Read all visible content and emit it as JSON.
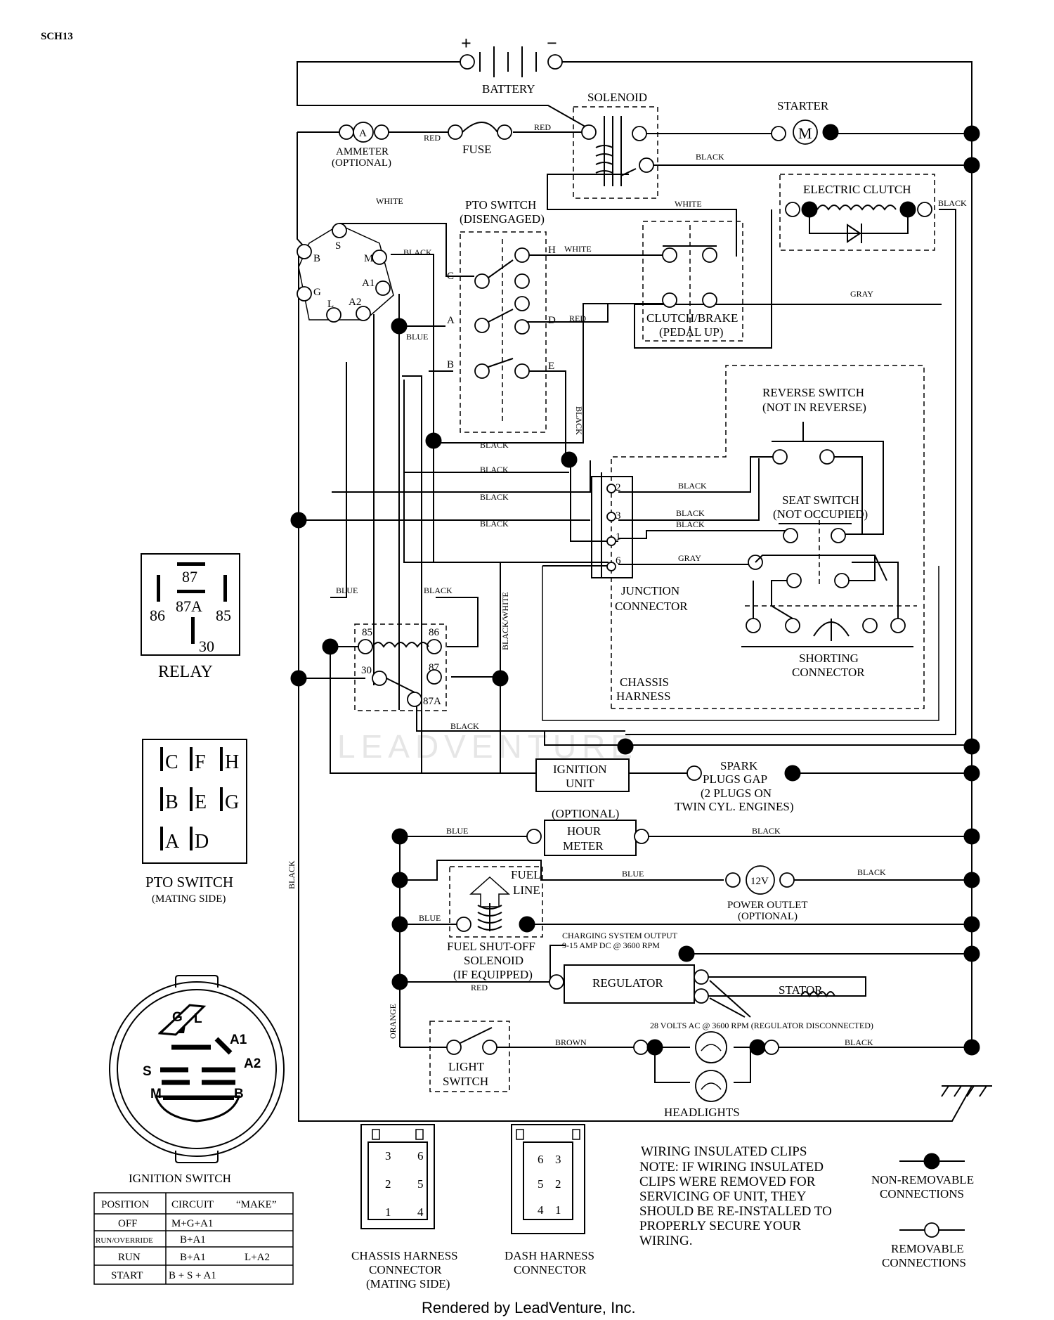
{
  "header": {
    "code": "SCH13"
  },
  "battery": {
    "label": "BATTERY",
    "plus": "+",
    "minus": "−"
  },
  "solenoid": {
    "label": "SOLENOID"
  },
  "starter": {
    "label": "STARTER",
    "symbol": "M"
  },
  "ammeter": {
    "label": "AMMETER",
    "note": "(OPTIONAL)",
    "symbol": "A"
  },
  "fuse": {
    "label": "FUSE"
  },
  "electric_clutch": {
    "label": "ELECTRIC CLUTCH"
  },
  "pto_switch_top": {
    "label": "PTO SWITCH",
    "state": "(DISENGAGED)",
    "terminals": [
      "C",
      "A",
      "B",
      "H",
      "D",
      "E"
    ]
  },
  "clutch_brake": {
    "label1": "CLUTCH/BRAKE",
    "label2": "(PEDAL UP)"
  },
  "ignition_terminals": [
    "B",
    "S",
    "M",
    "A1",
    "G",
    "L",
    "A2"
  ],
  "reverse_switch": {
    "label1": "REVERSE SWITCH",
    "label2": "(NOT IN REVERSE)"
  },
  "seat_switch": {
    "label1": "SEAT SWITCH",
    "label2": "(NOT OCCUPIED)"
  },
  "junction": {
    "label1": "JUNCTION",
    "label2": "CONNECTOR",
    "pins": [
      "2",
      "3",
      "1",
      "6"
    ]
  },
  "chassis_harness": {
    "label1": "CHASSIS",
    "label2": "HARNESS"
  },
  "shorting_connector": {
    "label1": "SHORTING",
    "label2": "CONNECTOR"
  },
  "relay": {
    "label": "RELAY",
    "pins": [
      "87",
      "87A",
      "86",
      "85",
      "30"
    ]
  },
  "relay_circuit": {
    "pins": [
      "85",
      "86",
      "30",
      "87",
      "87A"
    ]
  },
  "ignition_unit": {
    "label1": "IGNITION",
    "label2": "UNIT"
  },
  "spark": {
    "line1": "SPARK",
    "line2": "PLUGS GAP",
    "line3": "(2 PLUGS ON",
    "line4": "TWIN CYL. ENGINES)"
  },
  "hour_meter": {
    "optional": "(OPTIONAL)",
    "line1": "HOUR",
    "line2": "METER"
  },
  "power_outlet": {
    "symbol": "12V",
    "label": "POWER OUTLET",
    "note": "(OPTIONAL)"
  },
  "fuel": {
    "line_label1": "FUEL",
    "line_label2": "LINE",
    "sol1": "FUEL SHUT-OFF",
    "sol2": "SOLENOID",
    "sol3": "(IF EQUIPPED)"
  },
  "charging": {
    "line1": "CHARGING SYSTEM OUTPUT",
    "line2": "9-15 AMP DC @ 3600 RPM"
  },
  "regulator": {
    "label": "REGULATOR"
  },
  "stator": {
    "label": "STATOR",
    "note": "28 VOLTS AC @ 3600 RPM (REGULATOR DISCONNECTED)"
  },
  "light_switch": {
    "line1": "LIGHT",
    "line2": "SWITCH"
  },
  "headlights": {
    "label": "HEADLIGHTS"
  },
  "pto_mating": {
    "label": "PTO SWITCH",
    "note": "(MATING SIDE)",
    "cells": [
      "C",
      "F",
      "H",
      "B",
      "E",
      "G",
      "A",
      "D"
    ]
  },
  "ignition_switch": {
    "label": "IGNITION SWITCH",
    "face": [
      "G",
      "L",
      "A1",
      "S",
      "A2",
      "M",
      "B"
    ],
    "table": {
      "headers": [
        "POSITION",
        "CIRCUIT",
        "“MAKE”"
      ],
      "rows": [
        {
          "position": "OFF",
          "circuit": "M+G+A1",
          "extra": ""
        },
        {
          "position": "RUN/OVERRIDE",
          "circuit": "B+A1",
          "extra": ""
        },
        {
          "position": "RUN",
          "circuit": "B+A1",
          "extra": "L+A2"
        },
        {
          "position": "START",
          "circuit": "B + S + A1",
          "extra": ""
        }
      ]
    }
  },
  "chassis_conn": {
    "line1": "CHASSIS HARNESS",
    "line2": "CONNECTOR",
    "line3": "(MATING SIDE)",
    "pins": [
      "3",
      "6",
      "2",
      "5",
      "1",
      "4"
    ]
  },
  "dash_conn": {
    "line1": "DASH HARNESS",
    "line2": "CONNECTOR",
    "pins": [
      "6",
      "3",
      "5",
      "2",
      "4",
      "1"
    ]
  },
  "note": {
    "title": "WIRING INSULATED CLIPS",
    "lines": [
      "NOTE:  IF WIRING INSULATED",
      "CLIPS WERE REMOVED FOR",
      "SERVICING OF UNIT, THEY",
      "SHOULD BE RE-INSTALLED TO",
      "PROPERLY SECURE YOUR",
      "WIRING."
    ]
  },
  "legend": {
    "nonrem1": "NON-REMOVABLE",
    "nonrem2": "CONNECTIONS",
    "rem1": "REMOVABLE",
    "rem2": "CONNECTIONS"
  },
  "wire_colors": {
    "red": "RED",
    "black": "BLACK",
    "white": "WHITE",
    "blue": "BLUE",
    "gray": "GRAY",
    "orange": "ORANGE",
    "brown": "BROWN",
    "black_white": "BLACK/WHITE"
  },
  "watermark": "LEADVENTURE",
  "footer": "Rendered by LeadVenture, Inc."
}
